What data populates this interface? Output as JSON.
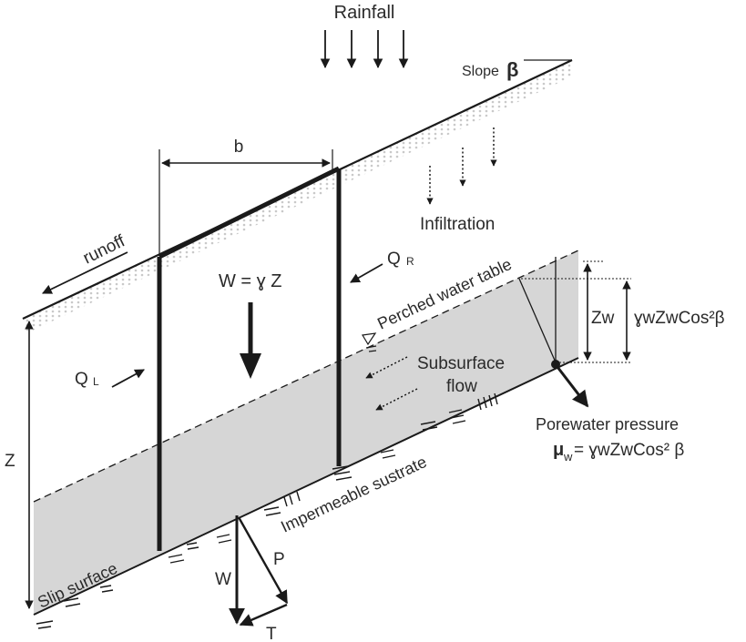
{
  "labels": {
    "rainfall": "Rainfall",
    "slope": "Slope",
    "beta": "β",
    "b": "b",
    "infiltration": "Infiltration",
    "runoff": "runoff",
    "qr_q": "Q",
    "qr_sub": "R",
    "weight_eq": "W = ɣ Z",
    "perched": "Perched water table",
    "zw": "Zw",
    "zw_pressure": "ɣwZwCos²β",
    "ql_q": "Q",
    "ql_sub": "L",
    "subsurface_1": "Subsurface",
    "subsurface_2": "flow",
    "porewater_title": "Porewater pressure",
    "porewater_mu": "μ",
    "porewater_sub": "w",
    "porewater_eq": "= ɣwZwCos² β",
    "z": "Z",
    "impermeable": "Impermeable sustrate",
    "slip": "Slip surface",
    "w": "W",
    "p": "P",
    "t": "T"
  },
  "colors": {
    "ink": "#1a1a1a",
    "saturated_zone": "#d6d6d6",
    "surface_dots": "#c9c9c9"
  }
}
